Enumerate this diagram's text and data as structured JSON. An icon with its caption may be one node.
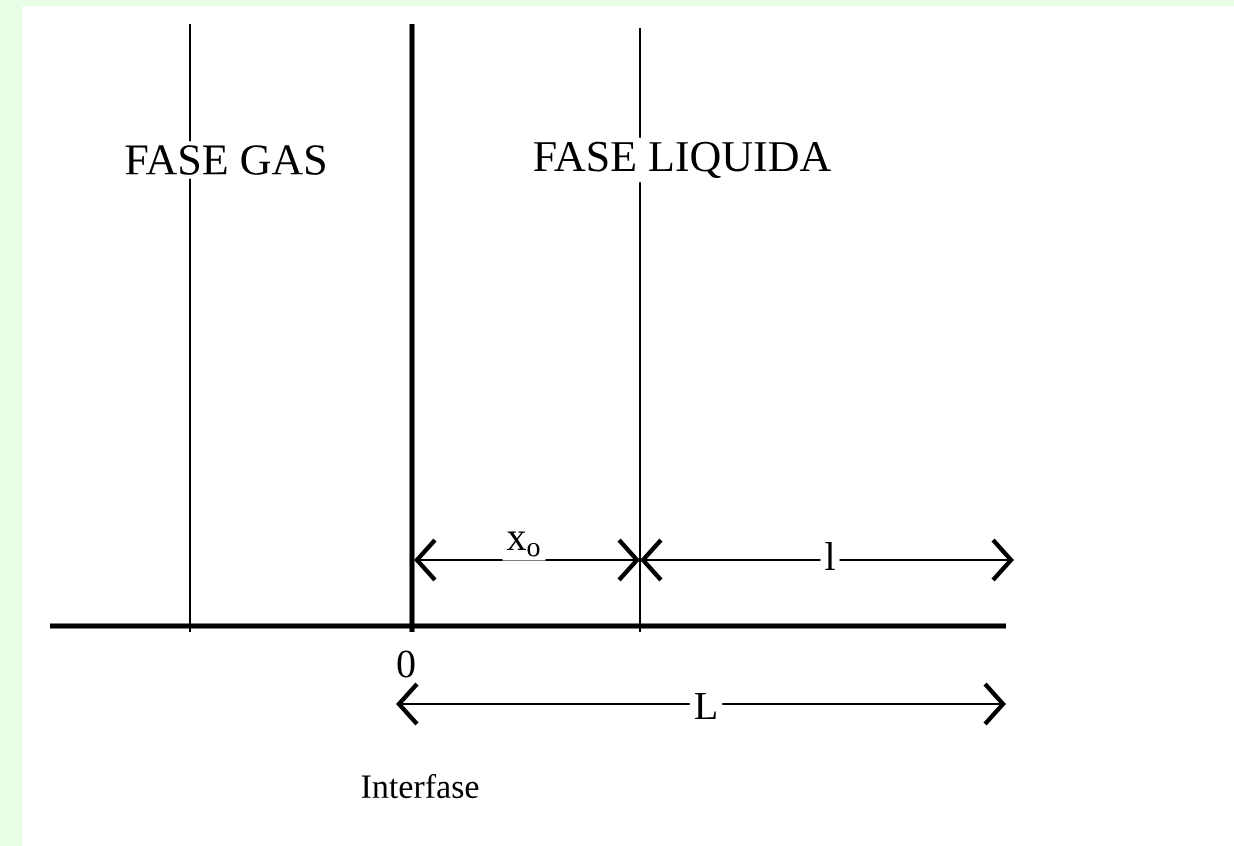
{
  "diagram": {
    "labels": [
      "FASE GAS",
      "FASE LIQUIDA",
      "x$_{o}$",
      "l",
      "0",
      "L",
      "Interfase"
    ]
  }
}
